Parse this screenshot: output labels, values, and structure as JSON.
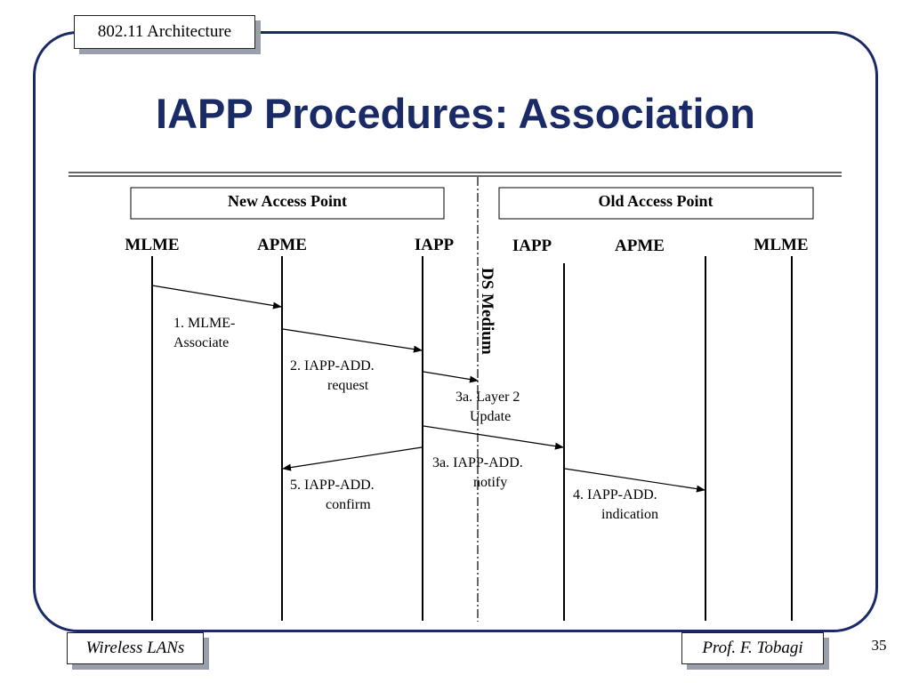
{
  "slide": {
    "section_tag": "802.11 Architecture",
    "title": "IAPP Procedures: Association",
    "footer_left": "Wireless LANs",
    "footer_right": "Prof. F. Tobagi",
    "page_number": "35",
    "title_color": "#1a2a66",
    "frame_color": "#1a2a66"
  },
  "diagram": {
    "new_access_point": "New Access Point",
    "old_access_point": "Old Access Point",
    "ds_medium": "DS Medium",
    "entities": [
      {
        "id": "mlme-new",
        "label": "MLME"
      },
      {
        "id": "apme-new",
        "label": "APME"
      },
      {
        "id": "iapp-new",
        "label": "IAPP"
      },
      {
        "id": "iapp-old",
        "label": "IAPP"
      },
      {
        "id": "apme-old",
        "label": "APME"
      },
      {
        "id": "mlme-old",
        "label": "MLME"
      }
    ],
    "messages": [
      {
        "id": "mlme-associate",
        "lines": [
          "1. MLME-",
          "Associate"
        ]
      },
      {
        "id": "iapp-add-request",
        "lines": [
          "2. IAPP-ADD.",
          "request"
        ]
      },
      {
        "id": "layer2-update",
        "lines": [
          "3a. Layer 2",
          "Update"
        ]
      },
      {
        "id": "iapp-add-notify",
        "lines": [
          "3a. IAPP-ADD.",
          "notify"
        ]
      },
      {
        "id": "iapp-add-indication",
        "lines": [
          "4. IAPP-ADD.",
          "indication"
        ]
      },
      {
        "id": "iapp-add-confirm",
        "lines": [
          "5. IAPP-ADD.",
          "confirm"
        ]
      }
    ]
  }
}
